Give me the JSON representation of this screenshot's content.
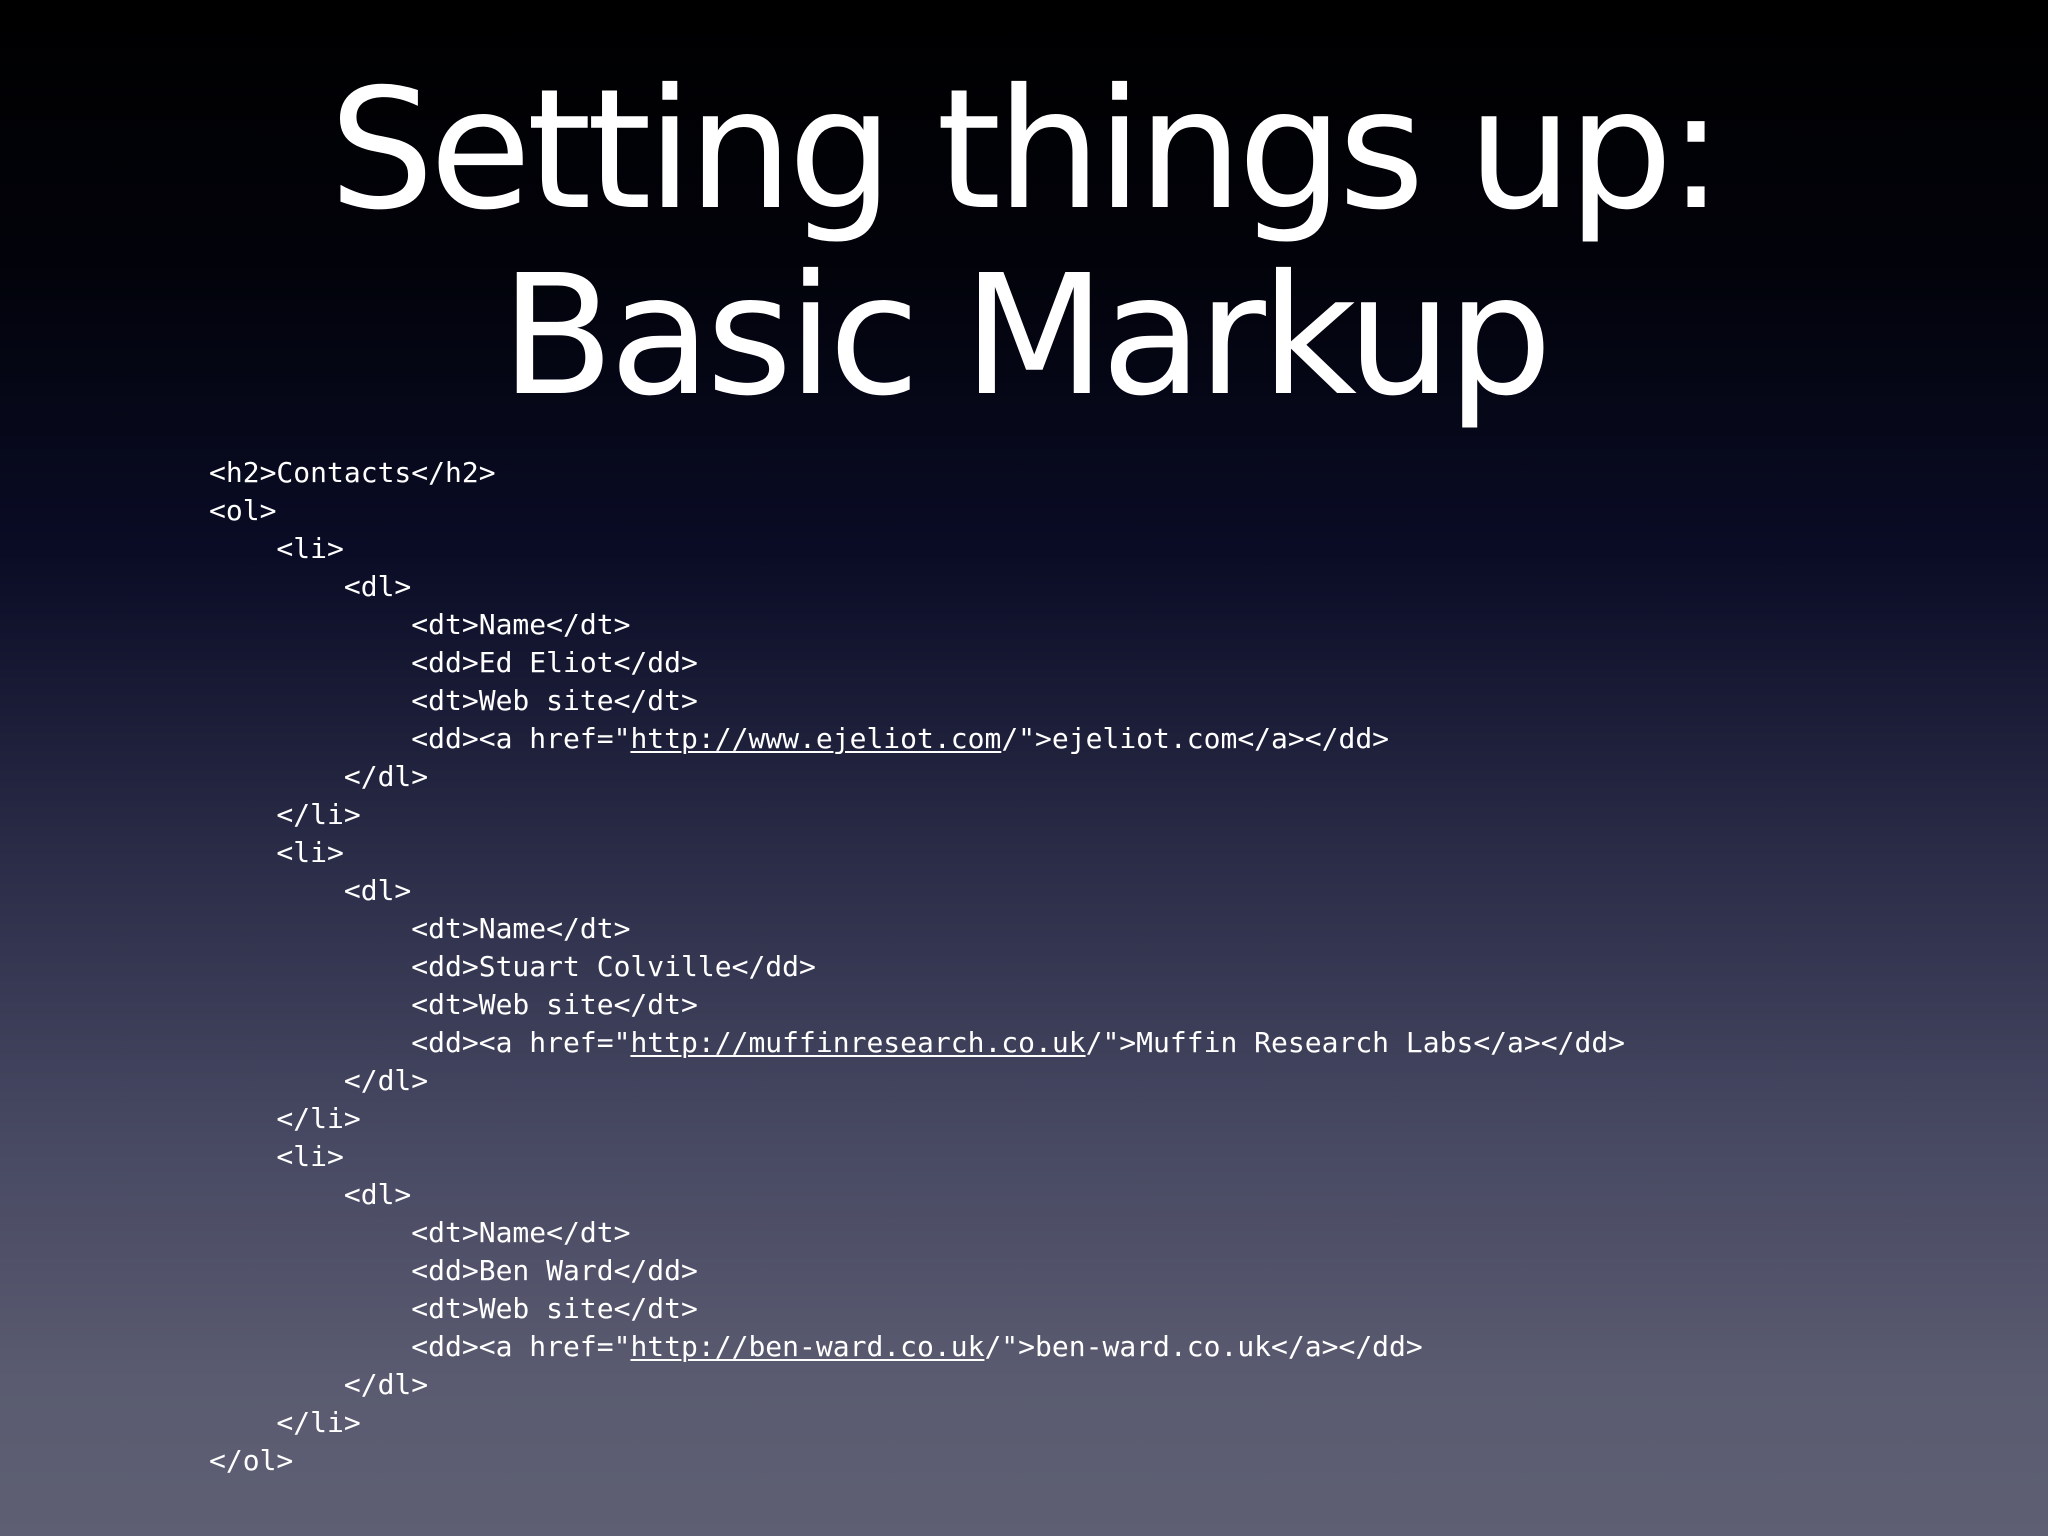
{
  "slide": {
    "title_line1": "Setting things up:",
    "title_line2": "Basic Markup",
    "code": [
      {
        "pre": "<h2>Contacts</h2>"
      },
      {
        "pre": "<ol>"
      },
      {
        "pre": "    <li>"
      },
      {
        "pre": "        <dl>"
      },
      {
        "pre": "            <dt>Name</dt>"
      },
      {
        "pre": "            <dd>Ed Eliot</dd>"
      },
      {
        "pre": "            <dt>Web site</dt>"
      },
      {
        "pre": "            <dd><a href=\"",
        "link": "http://www.ejeliot.com",
        "post": "/\">ejeliot.com</a></dd>"
      },
      {
        "pre": "        </dl>"
      },
      {
        "pre": "    </li>"
      },
      {
        "pre": "    <li>"
      },
      {
        "pre": "        <dl>"
      },
      {
        "pre": "            <dt>Name</dt>"
      },
      {
        "pre": "            <dd>Stuart Colville</dd>"
      },
      {
        "pre": "            <dt>Web site</dt>"
      },
      {
        "pre": "            <dd><a href=\"",
        "link": "http://muffinresearch.co.uk",
        "post": "/\">Muffin Research Labs</a></dd>"
      },
      {
        "pre": "        </dl>"
      },
      {
        "pre": "    </li>"
      },
      {
        "pre": "    <li>"
      },
      {
        "pre": "        <dl>"
      },
      {
        "pre": "            <dt>Name</dt>"
      },
      {
        "pre": "            <dd>Ben Ward</dd>"
      },
      {
        "pre": "            <dt>Web site</dt>"
      },
      {
        "pre": "            <dd><a href=\"",
        "link": "http://ben-ward.co.uk",
        "post": "/\">ben-ward.co.uk</a></dd>"
      },
      {
        "pre": "        </dl>"
      },
      {
        "pre": "    </li>"
      },
      {
        "pre": "</ol>"
      }
    ]
  }
}
